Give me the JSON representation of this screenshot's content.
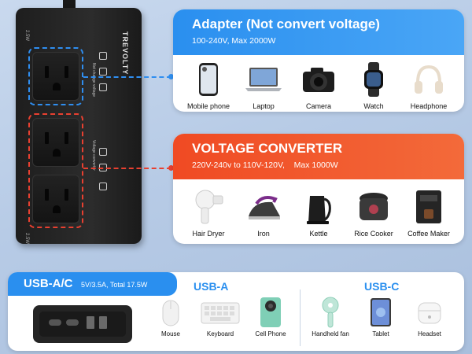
{
  "device": {
    "brand": "TREVOLTY",
    "rating_top": "2.5W",
    "rating_bottom": "2.5W",
    "adapter_side_text": "Not change voltage",
    "converter_side_text": "Voltage converter"
  },
  "adapter": {
    "title": "Adapter (Not convert voltage)",
    "spec": "100-240V, Max 2000W",
    "items": [
      {
        "label": "Mobile phone",
        "icon": "mobile-phone-icon"
      },
      {
        "label": "Laptop",
        "icon": "laptop-icon"
      },
      {
        "label": "Camera",
        "icon": "camera-icon"
      },
      {
        "label": "Watch",
        "icon": "watch-icon"
      },
      {
        "label": "Headphone",
        "icon": "headphone-icon"
      }
    ]
  },
  "converter": {
    "title": "VOLTAGE CONVERTER",
    "spec": "220V-240v to 110V-120V,    Max 1000W",
    "items": [
      {
        "label": "Hair Dryer",
        "icon": "hair-dryer-icon"
      },
      {
        "label": "Iron",
        "icon": "iron-icon"
      },
      {
        "label": "Kettle",
        "icon": "kettle-icon"
      },
      {
        "label": "Rice Cooker",
        "icon": "rice-cooker-icon"
      },
      {
        "label": "Coffee Maker",
        "icon": "coffee-maker-icon"
      }
    ]
  },
  "usb": {
    "title": "USB-A/C",
    "spec": "5V/3.5A, Total 17.5W",
    "usb_a": {
      "title": "USB-A",
      "items": [
        {
          "label": "Mouse",
          "icon": "mouse-icon"
        },
        {
          "label": "Keyboard",
          "icon": "keyboard-icon"
        },
        {
          "label": "Cell Phone",
          "icon": "cell-phone-icon"
        }
      ]
    },
    "usb_c": {
      "title": "USB-C",
      "items": [
        {
          "label": "Handheld fan",
          "icon": "handheld-fan-icon"
        },
        {
          "label": "Tablet",
          "icon": "tablet-icon"
        },
        {
          "label": "Headset",
          "icon": "earbuds-icon"
        }
      ]
    }
  },
  "colors": {
    "blue_accent": "#2a8fef",
    "red_accent": "#f04a23",
    "device_body": "#222222"
  }
}
